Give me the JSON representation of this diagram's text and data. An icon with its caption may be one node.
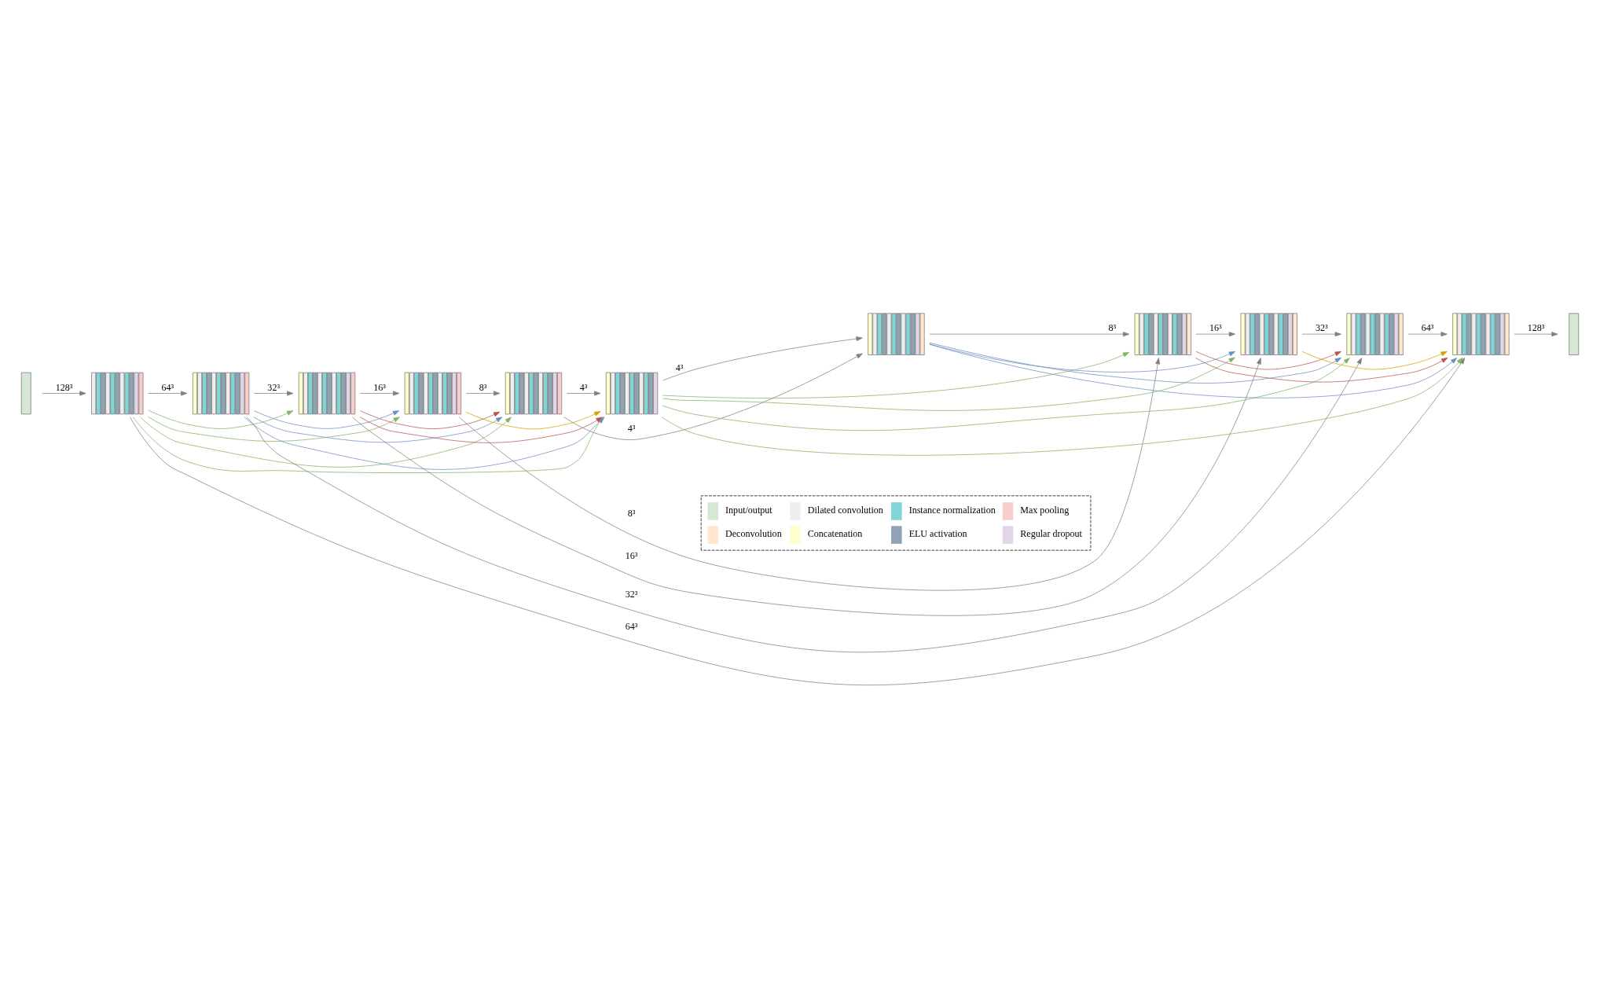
{
  "diagram": {
    "nodes": [
      {
        "text": [],
        "shape": "box"
      },
      {
        "text": [],
        "shape": "box"
      },
      {
        "text": [],
        "shape": "box"
      },
      {
        "text": [],
        "shape": "box"
      },
      {
        "text": [],
        "shape": "box"
      },
      {
        "text": [],
        "shape": "box"
      },
      {
        "text": [],
        "shape": "box"
      },
      {
        "text": [],
        "shape": "box"
      },
      {
        "text": [],
        "shape": "box"
      },
      {
        "text": [],
        "shape": "box"
      },
      {
        "text": [],
        "shape": "box"
      },
      {
        "text": [],
        "shape": "box"
      },
      {
        "text": [],
        "shape": "box"
      }
    ],
    "edges": [
      {
        "from": 0,
        "to": 1,
        "arrow": "to",
        "label": "128³"
      },
      {
        "from": 1,
        "to": 2,
        "arrow": "to",
        "label": "64³"
      },
      {
        "from": 2,
        "to": 3,
        "arrow": "to",
        "label": "32³"
      },
      {
        "from": 3,
        "to": 4,
        "arrow": "to",
        "label": "16³"
      },
      {
        "from": 4,
        "to": 5,
        "arrow": "to",
        "label": "8³"
      },
      {
        "from": 5,
        "to": 6,
        "arrow": "to",
        "label": "4³"
      },
      {
        "from": 6,
        "to": 7,
        "arrow": "to",
        "label": "4³"
      },
      {
        "from": 7,
        "to": 8,
        "arrow": "to",
        "label": "8³"
      },
      {
        "from": 8,
        "to": 9,
        "arrow": "to",
        "label": "16³"
      },
      {
        "from": 9,
        "to": 10,
        "arrow": "to",
        "label": "32³"
      },
      {
        "from": 10,
        "to": 11,
        "arrow": "to",
        "label": "64³"
      },
      {
        "from": 11,
        "to": 12,
        "arrow": "to",
        "label": "128³"
      },
      {
        "from": 1,
        "to": 11,
        "arrow": "to",
        "label": "64³"
      },
      {
        "from": 2,
        "to": 10,
        "arrow": "to",
        "label": "32³"
      },
      {
        "from": 3,
        "to": 9,
        "arrow": "to",
        "label": "16³"
      },
      {
        "from": 4,
        "to": 8,
        "arrow": "to",
        "label": "8³"
      },
      {
        "from": 5,
        "to": 7,
        "arrow": "to",
        "label": "4³"
      },
      {
        "from": 1,
        "to": 3,
        "arrow": "to",
        "color": "#82b366"
      },
      {
        "from": 1,
        "to": 4,
        "arrow": "to",
        "color": "#82b366"
      },
      {
        "from": 1,
        "to": 5,
        "arrow": "to",
        "color": "#82b366"
      },
      {
        "from": 1,
        "to": 6,
        "arrow": "to",
        "color": "#82b366"
      },
      {
        "from": 2,
        "to": 4,
        "arrow": "to",
        "color": "#6c8ebf"
      },
      {
        "from": 2,
        "to": 5,
        "arrow": "to",
        "color": "#6c8ebf"
      },
      {
        "from": 2,
        "to": 6,
        "arrow": "to",
        "color": "#6c8ebf"
      },
      {
        "from": 3,
        "to": 5,
        "arrow": "to",
        "color": "#b85450"
      },
      {
        "from": 3,
        "to": 6,
        "arrow": "to",
        "color": "#b85450"
      },
      {
        "from": 4,
        "to": 6,
        "arrow": "to",
        "color": "#d6a000"
      },
      {
        "from": 6,
        "to": 8,
        "arrow": "to",
        "color": "#82b366"
      },
      {
        "from": 6,
        "to": 9,
        "arrow": "to",
        "color": "#82b366"
      },
      {
        "from": 6,
        "to": 10,
        "arrow": "to",
        "color": "#82b366"
      },
      {
        "from": 6,
        "to": 11,
        "arrow": "to",
        "color": "#82b366"
      },
      {
        "from": 7,
        "to": 9,
        "arrow": "to",
        "color": "#6c8ebf"
      },
      {
        "from": 7,
        "to": 10,
        "arrow": "to",
        "color": "#6c8ebf"
      },
      {
        "from": 7,
        "to": 11,
        "arrow": "to",
        "color": "#6c8ebf"
      },
      {
        "from": 8,
        "to": 10,
        "arrow": "to",
        "color": "#b85450"
      },
      {
        "from": 8,
        "to": 11,
        "arrow": "to",
        "color": "#b85450"
      },
      {
        "from": 9,
        "to": 11,
        "arrow": "to",
        "color": "#d6a000"
      }
    ],
    "legend": [
      {
        "text": "Input/output",
        "color": "#d5e8d4"
      },
      {
        "text": "Dilated convolution",
        "color": "#eeeeee"
      },
      {
        "text": "Instance normalization",
        "color": "#7fd6d6"
      },
      {
        "text": "Max pooling",
        "color": "#f8cecc"
      },
      {
        "text": "Deconvolution",
        "color": "#ffe6cc"
      },
      {
        "text": "Concatenation",
        "color": "#ffffcc"
      },
      {
        "text": "ELU activation",
        "color": "#8fa3b5"
      },
      {
        "text": "Regular dropout",
        "color": "#e1d5e7"
      }
    ]
  }
}
